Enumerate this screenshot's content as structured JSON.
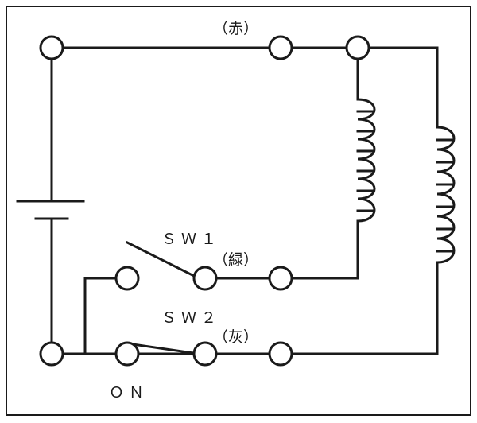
{
  "diagram": {
    "labels": {
      "red": "（赤）",
      "sw1": "ＳＷ１",
      "green": "（緑）",
      "sw2": "ＳＷ２",
      "gray": "（灰）",
      "on": "ＯＮ"
    },
    "colors": {
      "line": "#1a1a1a",
      "terminal_fill": "#ffffff",
      "background": "#ffffff"
    }
  }
}
